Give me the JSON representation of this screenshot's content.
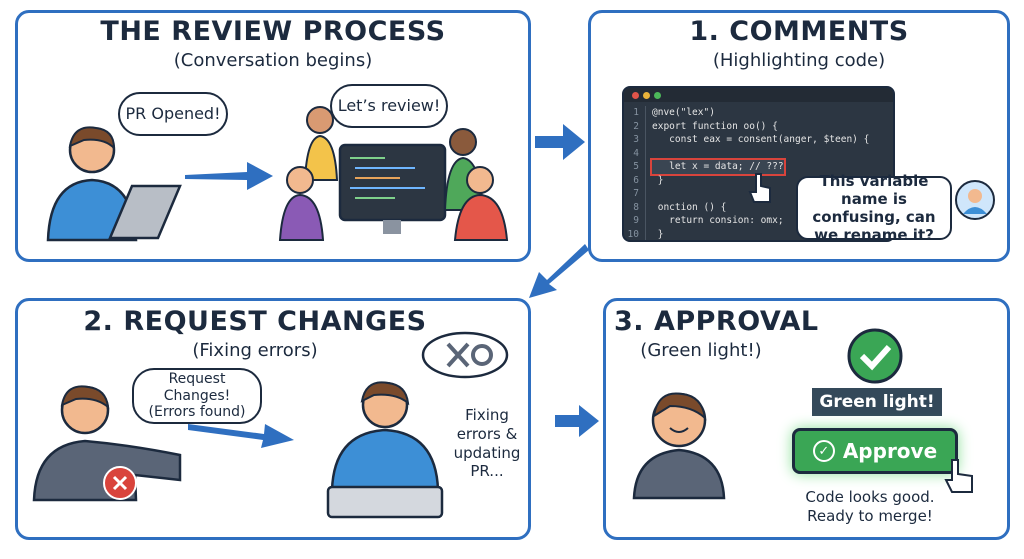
{
  "panels": {
    "review": {
      "title": "THE REVIEW PROCESS",
      "subtitle": "(Conversation begins)",
      "bubble_pr": "PR Opened!",
      "bubble_review": "Let’s review!"
    },
    "comments": {
      "title": "1. COMMENTS",
      "subtitle": "(Highlighting code)",
      "code_lines": [
        {
          "n": "1",
          "text": "@nve(\"lex\")"
        },
        {
          "n": "2",
          "text": "export function oo() {"
        },
        {
          "n": "3",
          "text": "   const eax = consent(anger, $teen) {"
        },
        {
          "n": "4",
          "text": ""
        },
        {
          "n": "5",
          "text": "   let x = data; // ???"
        },
        {
          "n": "6",
          "text": " }"
        },
        {
          "n": "7",
          "text": ""
        },
        {
          "n": "8",
          "text": " onction () {"
        },
        {
          "n": "9",
          "text": "   return consion: omx;"
        },
        {
          "n": "10",
          "text": " }"
        }
      ],
      "comment": "This variable name is confusing, can we rename it?"
    },
    "request": {
      "title": "2. REQUEST CHANGES",
      "subtitle": "(Fixing errors)",
      "bubble": "Request Changes!\n(Errors found)",
      "fixing": "Fixing errors & updating PR..."
    },
    "approval": {
      "title": "3. APPROVAL",
      "subtitle": "(Green light!)",
      "banner": "Green light!",
      "approve_button": "Approve",
      "caption": "Code looks good. Ready to merge!"
    }
  },
  "colors": {
    "border": "#2f6fc0",
    "arrow": "#2f6fc0",
    "approve": "#3aa655",
    "error": "#d9443c"
  }
}
